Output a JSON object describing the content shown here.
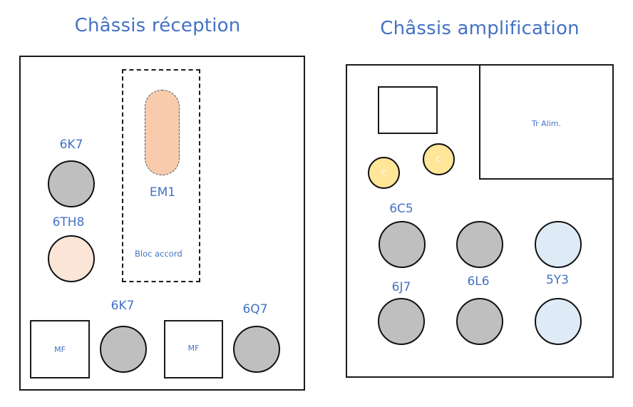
{
  "colors": {
    "label_blue": "#4472c4",
    "tube_gray": "#bfbfbf",
    "tube_peach": "#fbe5d6",
    "magic_eye": "#f8cbad",
    "capacitor": "#ffe699",
    "rectifier_blue": "#deebf7",
    "outline": "#1a1a1a"
  },
  "reception": {
    "title": "Châssis réception",
    "tuning_block": {
      "label": "Bloc accord"
    },
    "magic_eye": {
      "label": "EM1"
    },
    "tubes": [
      {
        "id": "6k7-top",
        "label": "6K7",
        "fill": "gray"
      },
      {
        "id": "6th8",
        "label": "6TH8",
        "fill": "peach"
      },
      {
        "id": "6k7-bottom",
        "label": "6K7",
        "fill": "gray"
      },
      {
        "id": "6q7",
        "label": "6Q7",
        "fill": "gray"
      }
    ],
    "if_transformers": [
      {
        "label": "MF"
      },
      {
        "label": "MF"
      }
    ]
  },
  "amplification": {
    "title": "Châssis amplification",
    "power_transformer": {
      "label": "Tr Alim."
    },
    "capacitors": [
      {
        "label": "C"
      },
      {
        "label": "C"
      }
    ],
    "tubes": [
      {
        "id": "6c5",
        "label": "6C5",
        "fill": "gray"
      },
      {
        "id": "tube-r1c2",
        "label": "",
        "fill": "gray"
      },
      {
        "id": "tube-r1c3",
        "label": "",
        "fill": "blue"
      },
      {
        "id": "6j7",
        "label": "6J7",
        "fill": "gray"
      },
      {
        "id": "6l6",
        "label": "6L6",
        "fill": "gray"
      },
      {
        "id": "5y3",
        "label": "5Y3",
        "fill": "blue"
      }
    ]
  }
}
